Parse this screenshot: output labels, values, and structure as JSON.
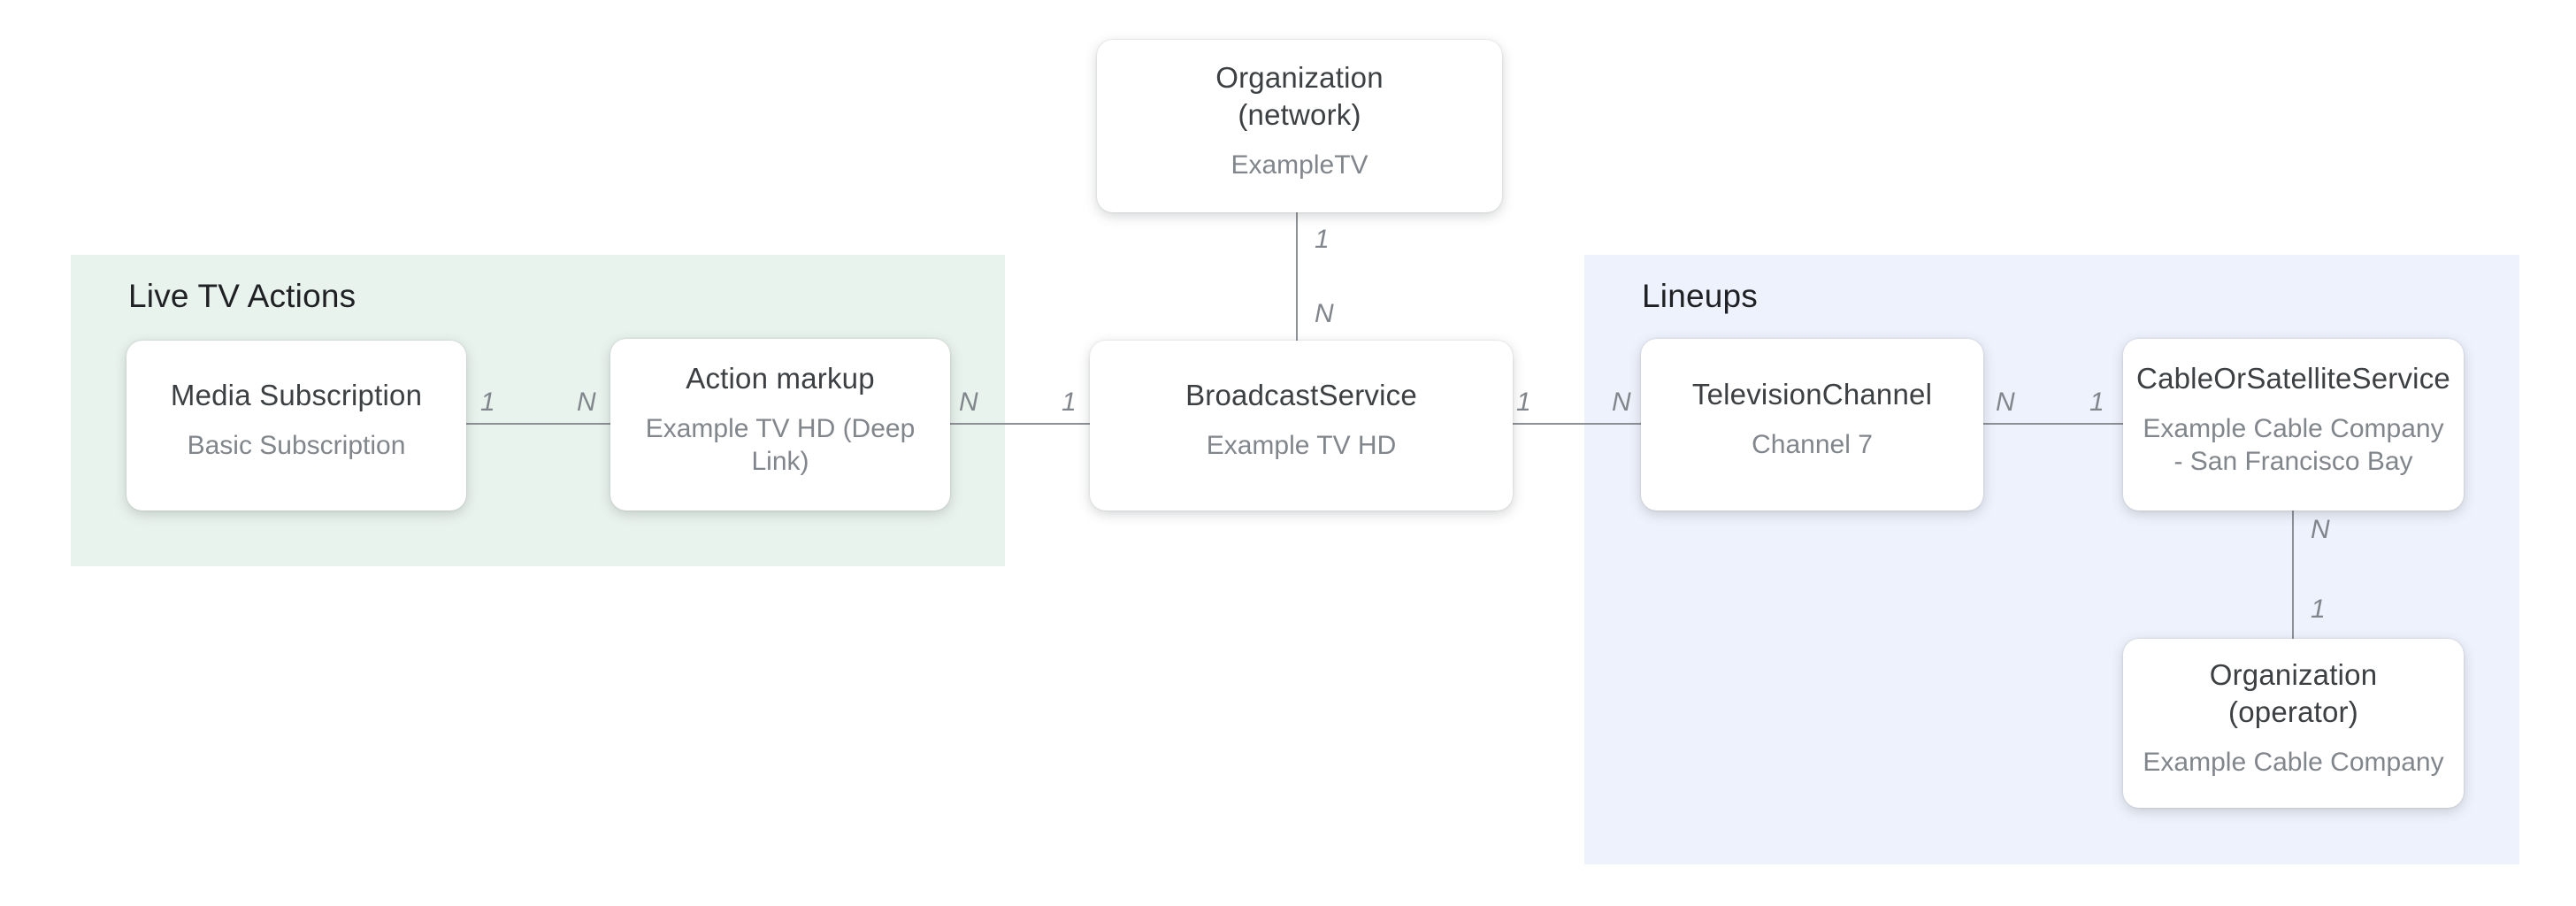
{
  "diagram": {
    "background": "#ffffff",
    "regions": [
      {
        "label": "Live TV Actions",
        "color": "#e9f3ed"
      },
      {
        "label": "Lineups",
        "color": "#eef2fc"
      }
    ],
    "nodes": [
      {
        "id": "organization-network",
        "title_lines": [
          "Organization",
          "(network)"
        ],
        "subtitle": "ExampleTV"
      },
      {
        "id": "media-subscription",
        "title": "Media Subscription",
        "subtitle": "Basic Subscription"
      },
      {
        "id": "action-markup",
        "title": "Action markup",
        "subtitle": "Example TV HD (Deep Link)"
      },
      {
        "id": "broadcast-service",
        "title": "BroadcastService",
        "subtitle": "Example TV HD"
      },
      {
        "id": "television-channel",
        "title": "TelevisionChannel",
        "subtitle": "Channel 7"
      },
      {
        "id": "cable-or-satellite-service",
        "title": "CableOrSatelliteService",
        "subtitle": "Example Cable Company - San Francisco Bay"
      },
      {
        "id": "organization-operator",
        "title": "Organization (operator)",
        "subtitle": "Example Cable Company"
      }
    ],
    "edges": [
      {
        "from": "organization-network",
        "to": "broadcast-service",
        "orientation": "vertical",
        "from_label": "1",
        "to_label": "N"
      },
      {
        "from": "media-subscription",
        "to": "action-markup",
        "orientation": "horizontal",
        "from_label": "1",
        "to_label": "N"
      },
      {
        "from": "action-markup",
        "to": "broadcast-service",
        "orientation": "horizontal",
        "from_label": "N",
        "to_label": "1"
      },
      {
        "from": "broadcast-service",
        "to": "television-channel",
        "orientation": "horizontal",
        "from_label": "1",
        "to_label": "N"
      },
      {
        "from": "television-channel",
        "to": "cable-or-satellite-service",
        "orientation": "horizontal",
        "from_label": "N",
        "to_label": "1"
      },
      {
        "from": "cable-or-satellite-service",
        "to": "organization-operator",
        "orientation": "vertical",
        "from_label": "N",
        "to_label": "1"
      }
    ],
    "colors": {
      "node_background": "#ffffff",
      "node_title": "#3c4043",
      "node_subtitle": "#80868b",
      "section_heading": "#202124",
      "edge_line": "#8d9196",
      "cardinality_label": "#80868b",
      "region_live_tv_actions": "#e9f3ed",
      "region_lineups": "#eef2fc"
    }
  }
}
